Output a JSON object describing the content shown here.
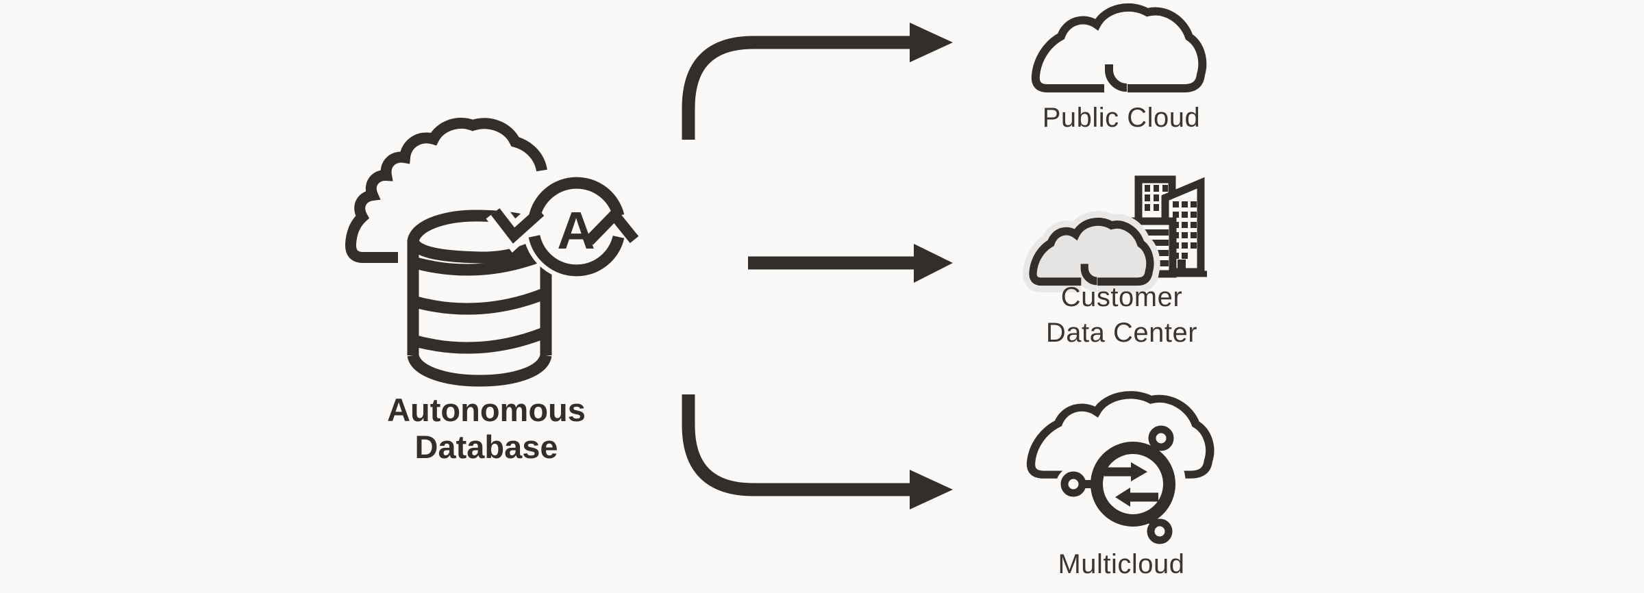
{
  "background_color": "#FAF9F7",
  "ink_color": "#332E2A",
  "cloud_fill_color": "#E6E4E2",
  "cloud_halo_color": "#EAE8E6",
  "diagram": {
    "type": "flow",
    "source": {
      "label": "Autonomous Database",
      "icon": "autonomous-database-icon",
      "badge_letter": "A"
    },
    "connectors": [
      {
        "from": "autonomous-database",
        "to": "public-cloud",
        "shape": "curve-up-right-arrow"
      },
      {
        "from": "autonomous-database",
        "to": "customer-data-center",
        "shape": "straight-right-arrow"
      },
      {
        "from": "autonomous-database",
        "to": "multicloud",
        "shape": "curve-down-right-arrow"
      }
    ],
    "targets": [
      {
        "id": "public-cloud",
        "label": "Public Cloud",
        "icon": "public-cloud-icon"
      },
      {
        "id": "customer-data-center",
        "label": "Customer Data Center",
        "icon": "customer-data-center-icon"
      },
      {
        "id": "multicloud",
        "label": "Multicloud",
        "icon": "multicloud-network-icon"
      }
    ]
  }
}
